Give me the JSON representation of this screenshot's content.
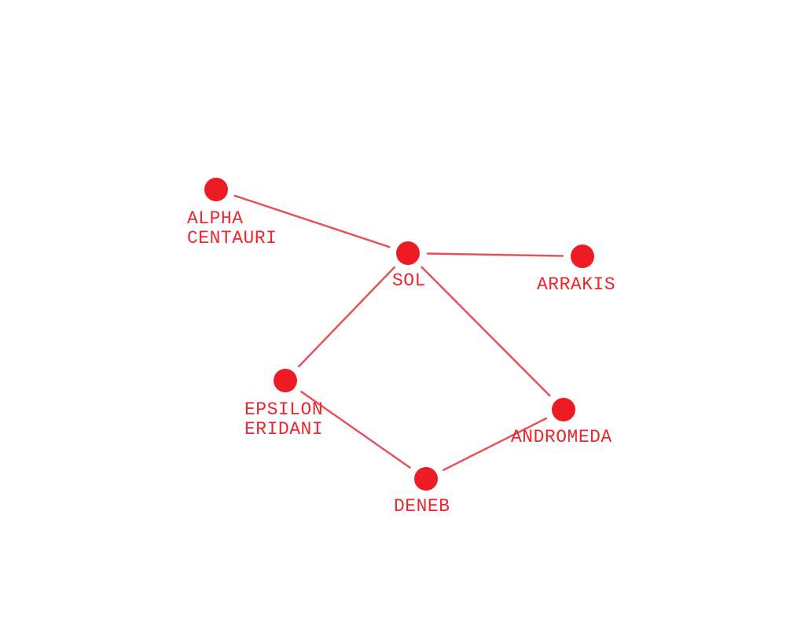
{
  "colors": {
    "node": "#ed1c24",
    "route": "#e8515a",
    "label": "#e8272f",
    "background": "#ffffff"
  },
  "stars": [
    {
      "id": "alpha-centauri",
      "label_lines": [
        "ALPHA",
        "CENTAURI"
      ]
    },
    {
      "id": "sol",
      "label_lines": [
        "SOL"
      ]
    },
    {
      "id": "arrakis",
      "label_lines": [
        "ARRAKIS"
      ]
    },
    {
      "id": "epsilon-eridani",
      "label_lines": [
        "EPSILON",
        "ERIDANI"
      ]
    },
    {
      "id": "andromeda",
      "label_lines": [
        "ANDROMEDA"
      ]
    },
    {
      "id": "deneb",
      "label_lines": [
        "DENEB"
      ]
    }
  ],
  "routes": [
    {
      "from": "alpha-centauri",
      "to": "sol"
    },
    {
      "from": "sol",
      "to": "arrakis"
    },
    {
      "from": "sol",
      "to": "epsilon-eridani"
    },
    {
      "from": "sol",
      "to": "andromeda"
    },
    {
      "from": "epsilon-eridani",
      "to": "deneb"
    },
    {
      "from": "deneb",
      "to": "andromeda"
    }
  ]
}
